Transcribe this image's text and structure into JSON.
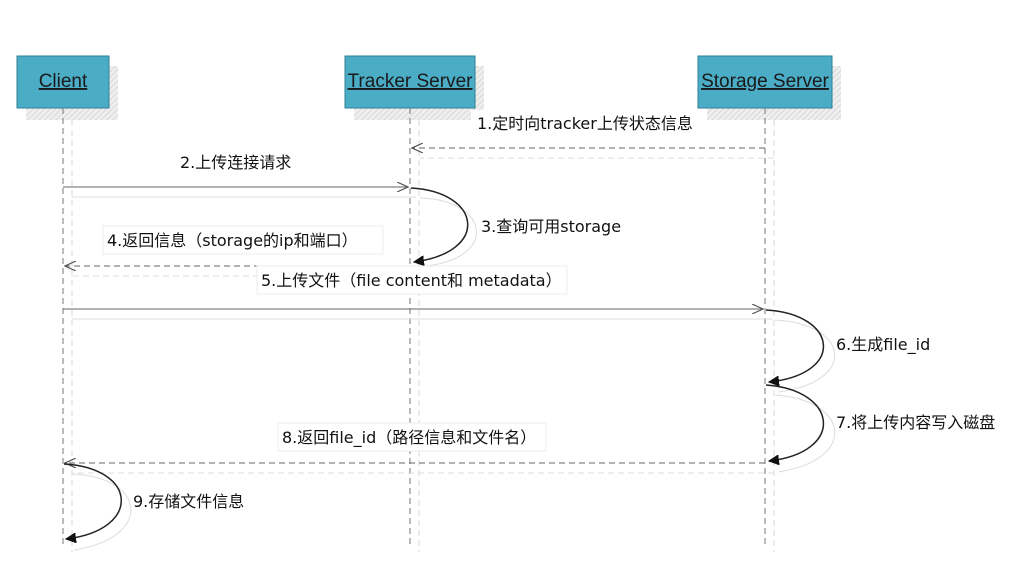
{
  "participants": [
    {
      "id": "client",
      "name": "Client"
    },
    {
      "id": "tracker",
      "name": "Tracker Server"
    },
    {
      "id": "storage",
      "name": "Storage Server"
    }
  ],
  "messages": [
    {
      "step": 1,
      "from": "storage",
      "to": "tracker",
      "kind": "return",
      "label": "1.定时向tracker上传状态信息"
    },
    {
      "step": 2,
      "from": "client",
      "to": "tracker",
      "kind": "call",
      "label": "2.上传连接请求"
    },
    {
      "step": 3,
      "from": "tracker",
      "to": "tracker",
      "kind": "self",
      "label": "3.查询可用storage"
    },
    {
      "step": 4,
      "from": "tracker",
      "to": "client",
      "kind": "return",
      "label": "4.返回信息（storage的ip和端口）"
    },
    {
      "step": 5,
      "from": "client",
      "to": "storage",
      "kind": "call",
      "label": "5.上传文件（file content和 metadata）"
    },
    {
      "step": 6,
      "from": "storage",
      "to": "storage",
      "kind": "self",
      "label": "6.生成file_id"
    },
    {
      "step": 7,
      "from": "storage",
      "to": "storage",
      "kind": "self",
      "label": "7.将上传内容写入磁盘"
    },
    {
      "step": 8,
      "from": "storage",
      "to": "client",
      "kind": "return",
      "label": "8.返回file_id（路径信息和文件名）"
    },
    {
      "step": 9,
      "from": "client",
      "to": "client",
      "kind": "self",
      "label": "9.存储文件信息"
    }
  ],
  "colors": {
    "box_fill": "#4bacc6",
    "box_border": "#2f7f96",
    "box_shadow": "#d4d4d4",
    "line": "#6b6b6b"
  }
}
